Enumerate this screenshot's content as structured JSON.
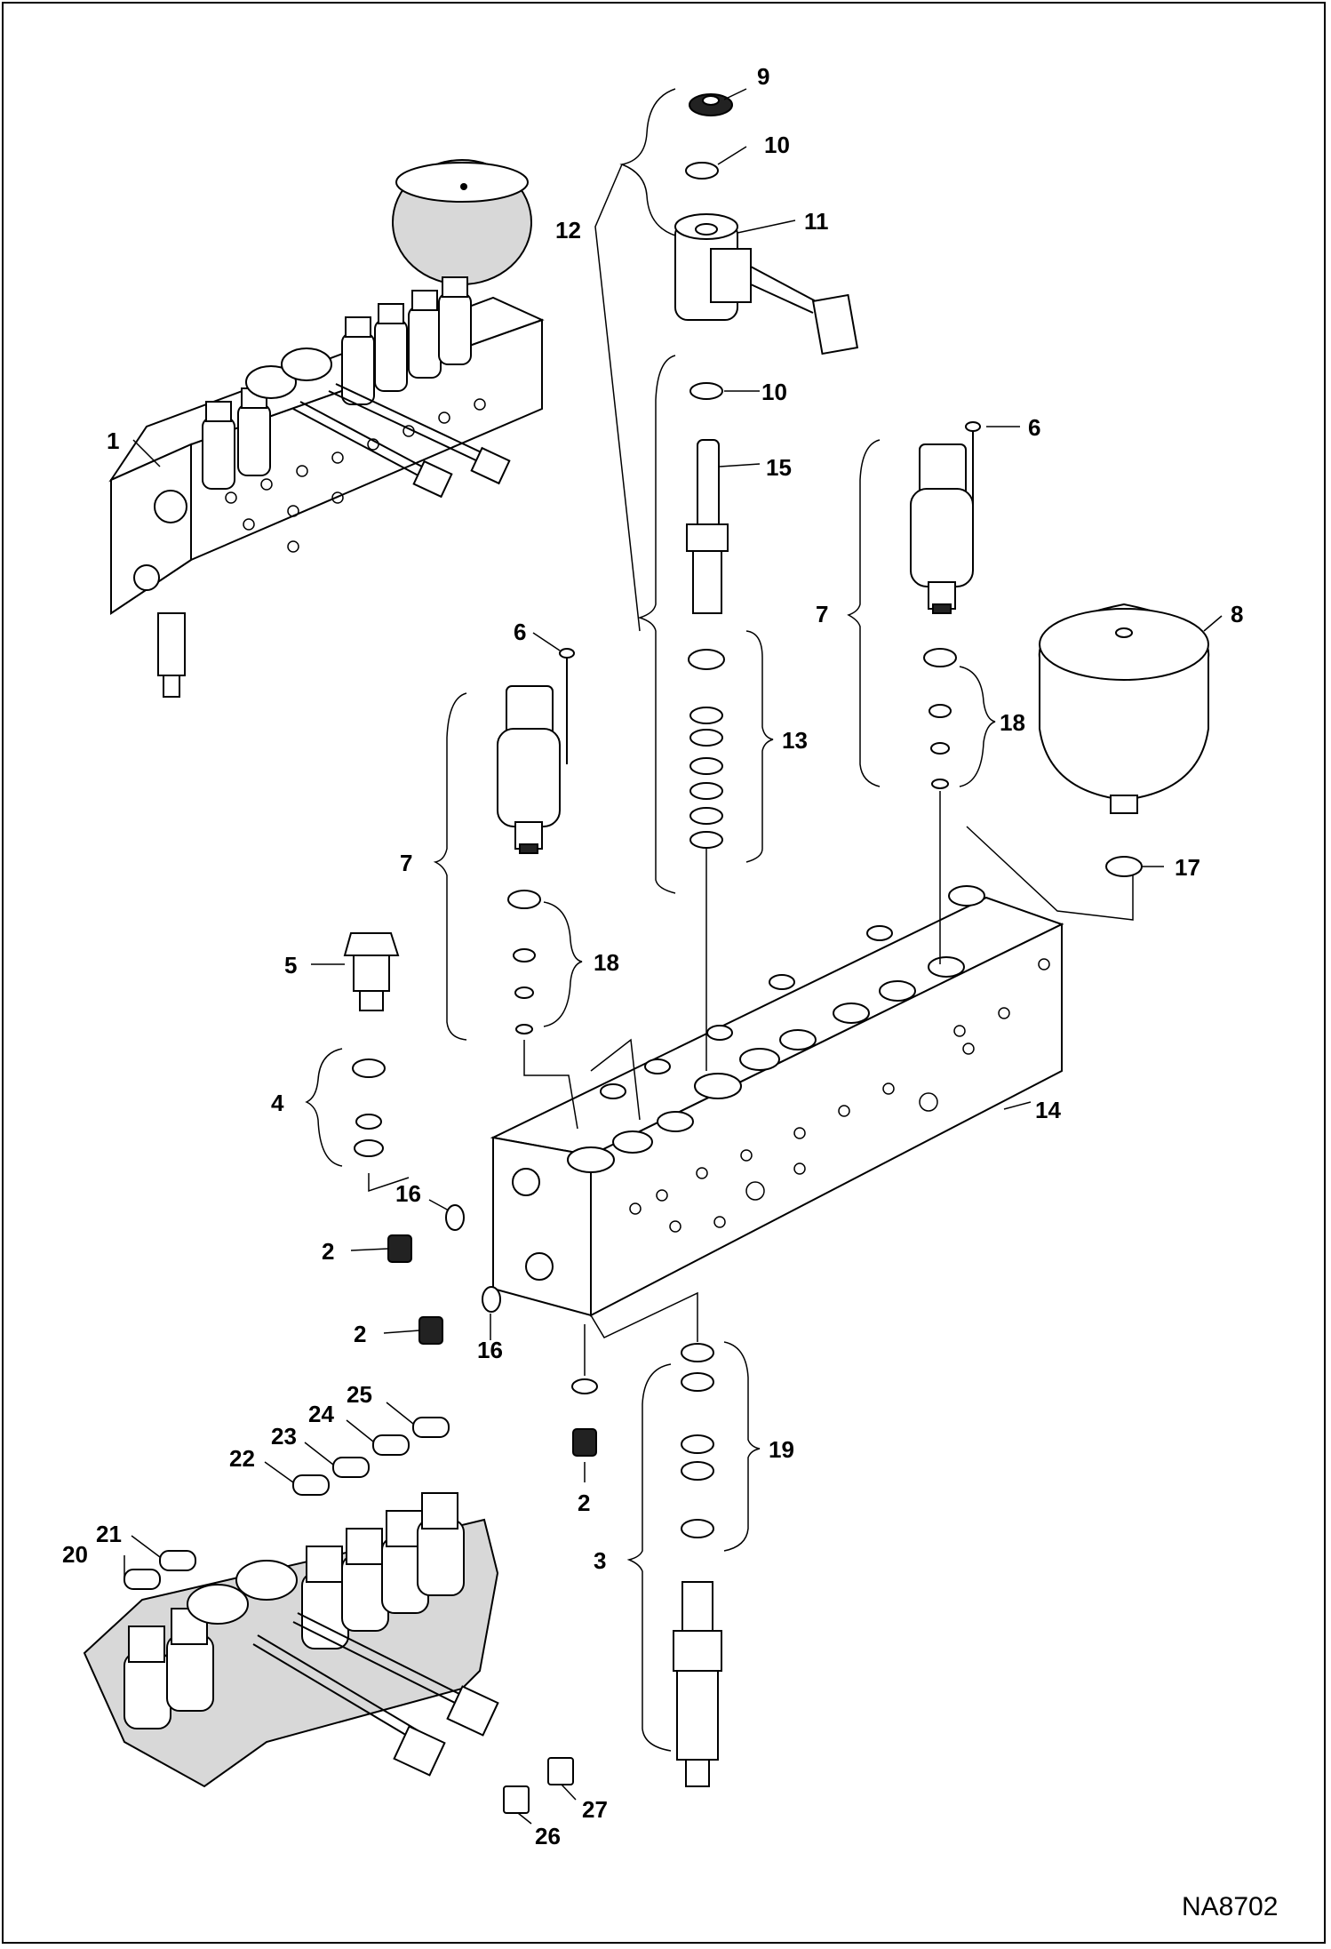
{
  "drawing_code": "NA8702",
  "callouts": [
    {
      "label": "1"
    },
    {
      "label": "2"
    },
    {
      "label": "2"
    },
    {
      "label": "2"
    },
    {
      "label": "3"
    },
    {
      "label": "4"
    },
    {
      "label": "5"
    },
    {
      "label": "6"
    },
    {
      "label": "6"
    },
    {
      "label": "7"
    },
    {
      "label": "7"
    },
    {
      "label": "8"
    },
    {
      "label": "9"
    },
    {
      "label": "10"
    },
    {
      "label": "10"
    },
    {
      "label": "11"
    },
    {
      "label": "12"
    },
    {
      "label": "13"
    },
    {
      "label": "14"
    },
    {
      "label": "15"
    },
    {
      "label": "16"
    },
    {
      "label": "16"
    },
    {
      "label": "17"
    },
    {
      "label": "18"
    },
    {
      "label": "18"
    },
    {
      "label": "19"
    },
    {
      "label": "20"
    },
    {
      "label": "21"
    },
    {
      "label": "22"
    },
    {
      "label": "23"
    },
    {
      "label": "24"
    },
    {
      "label": "25"
    },
    {
      "label": "26"
    },
    {
      "label": "27"
    }
  ]
}
